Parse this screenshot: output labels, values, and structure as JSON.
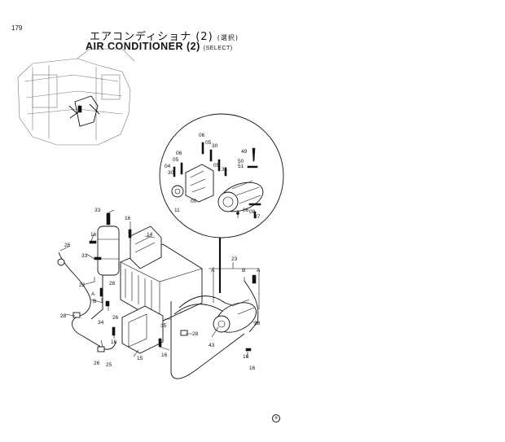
{
  "page_number": "179",
  "title": {
    "japanese": "エアコンディショナ (2)",
    "japanese_note": "(選択)",
    "english": "AIR  CONDITIONER (2)",
    "english_note": "(SELECT)"
  },
  "footer_mark": "⑨",
  "callouts": {
    "detail": [
      "06",
      "05",
      "30",
      "06",
      "05",
      "04",
      "30",
      "00",
      "11",
      "05",
      "31",
      "49",
      "50",
      "51",
      "06",
      "08",
      "07"
    ],
    "main": [
      "33",
      "16",
      "14",
      "26",
      "16",
      "33",
      "22",
      "28",
      "A",
      "B",
      "28",
      "34",
      "16",
      "26",
      "26",
      "25",
      "15",
      "35",
      "16",
      "28",
      "23",
      "A",
      "B",
      "A",
      "28",
      "43",
      "16",
      "16"
    ]
  },
  "colors": {
    "line": "#111111",
    "faint_outline": "#777777",
    "background": "#ffffff"
  }
}
